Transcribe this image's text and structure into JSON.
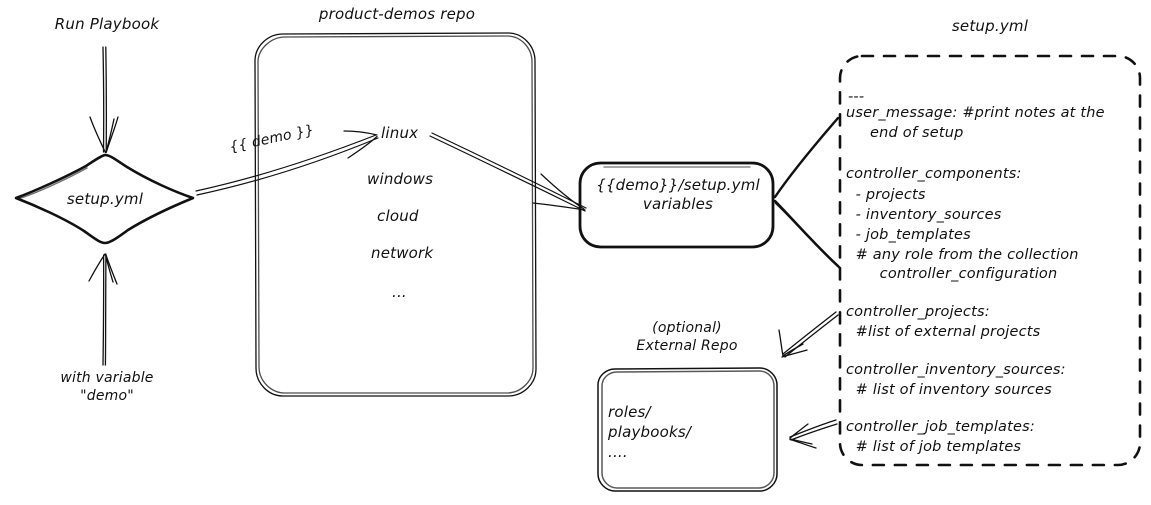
{
  "diagram": {
    "title": "Ansible product-demos setup.yml flow",
    "style": "hand-drawn sketch / excalidraw",
    "stroke_color": "#111111",
    "background_color": "#ffffff"
  },
  "labels": {
    "run_playbook": "Run Playbook",
    "with_variable": "with variable\n\"demo\"",
    "edge_demo_var": "{{ demo }}",
    "repo_title": "product-demos repo",
    "setup_yml_node": "setup.yml",
    "vars_node": "{{demo}}/setup.yml\nvariables",
    "external_repo_title": "(optional)\nExternal Repo",
    "setup_yml_panel_title": "setup.yml"
  },
  "repo_items": [
    "linux",
    "windows",
    "cloud",
    "network",
    "..."
  ],
  "external_repo_items": [
    "roles/",
    "playbooks/",
    "...."
  ],
  "setup_yml_content": {
    "line_01": "---",
    "line_02": "user_message: #print notes at the",
    "line_03": "     end of setup",
    "line_04": "controller_components:",
    "line_05": "  - projects",
    "line_06": "  - inventory_sources",
    "line_07": "  - job_templates",
    "line_08": "  # any role from the collection",
    "line_09": "       controller_configuration",
    "line_10": "controller_projects:",
    "line_11": "  #list of external projects",
    "line_12": "controller_inventory_sources:",
    "line_13": "  # list of inventory sources",
    "line_14": "controller_job_templates:",
    "line_15": "  # list of job templates"
  }
}
